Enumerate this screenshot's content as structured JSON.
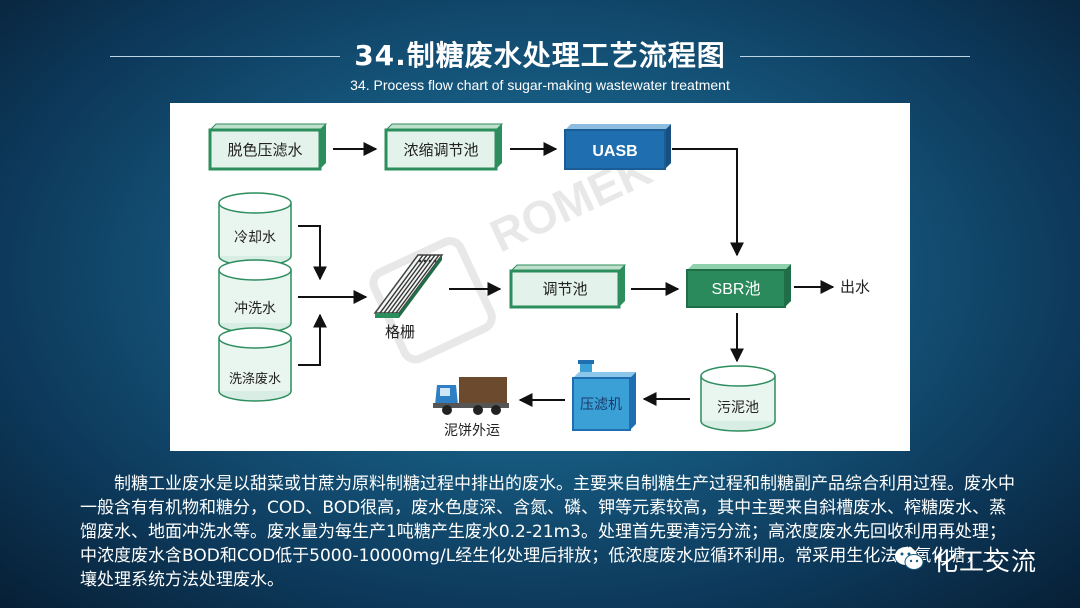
{
  "header": {
    "title": "34.制糖废水处理工艺流程图",
    "subtitle": "34. Process flow chart of sugar-making wastewater treatment"
  },
  "diagram": {
    "nodes": {
      "decolor": "脱色压滤水",
      "concentrate": "浓缩调节池",
      "uasb": "UASB",
      "cooling": "冷却水",
      "flushing": "冲洗水",
      "washing": "洗涤废水",
      "grid": "格栅",
      "adjust": "调节池",
      "sbr": "SBR池",
      "outlet": "出水",
      "sludge": "污泥池",
      "filterpress": "压滤机",
      "cake": "泥饼外运"
    },
    "watermark": "ROMEK"
  },
  "description": "制糖工业废水是以甜菜或甘蔗为原料制糖过程中排出的废水。主要来自制糖生产过程和制糖副产品综合利用过程。废水中一般含有有机物和糖分，COD、BOD很高，废水色度深、含氮、磷、钾等元素较高，其中主要来自斜槽废水、榨糖废水、蒸馏废水、地面冲洗水等。废水量为每生产1吨糖产生废水0.2-21m3。处理首先要清污分流；高浓度废水先回收利用再处理；中浓度废水含BOD和COD低于5000-10000mg/L经生化处理后排放；低浓度废水应循环利用。常采用生化法或氧化塘，土壤处理系统方法处理废水。",
  "brand": {
    "name": "化工交流"
  },
  "colors": {
    "box_fill": "#e3f2ea",
    "box_border": "#2c8d5d",
    "box_dark": "#1f6e48",
    "uasb_fill": "#1f6fb0",
    "sbr_fill": "#2b8a5c"
  }
}
